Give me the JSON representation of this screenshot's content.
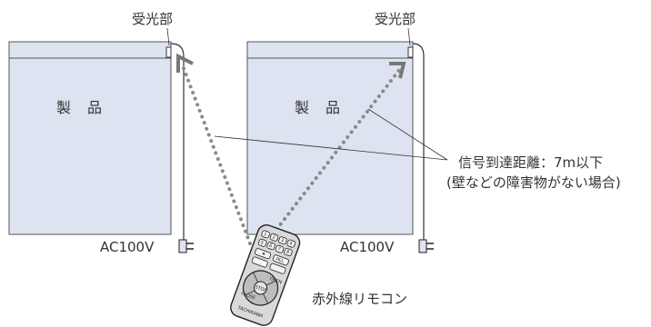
{
  "diagram": {
    "left_unit": {
      "receiver_label": "受光部",
      "product_label": "製品",
      "power_label": "AC100V"
    },
    "right_unit": {
      "receiver_label": "受光部",
      "product_label": "製品",
      "power_label": "AC100V"
    },
    "distance_note": {
      "line1": "信号到達距離：7m以下",
      "line2": "(壁などの障害物がない場合)"
    },
    "remote": {
      "label": "赤外線リモコン",
      "buttons": [
        "1",
        "2",
        "3",
        "4",
        "5",
        "6",
        "7",
        "8",
        "ALL",
        "OPEN",
        "STOP",
        "CLOSE"
      ],
      "brand": "TACHIKAWA"
    },
    "colors": {
      "panel_fill": "#dde3f0",
      "panel_stroke": "#555555",
      "beam": "#888888",
      "arrow": "#7a7a7a",
      "remote_body": "#d9d9d9"
    }
  }
}
